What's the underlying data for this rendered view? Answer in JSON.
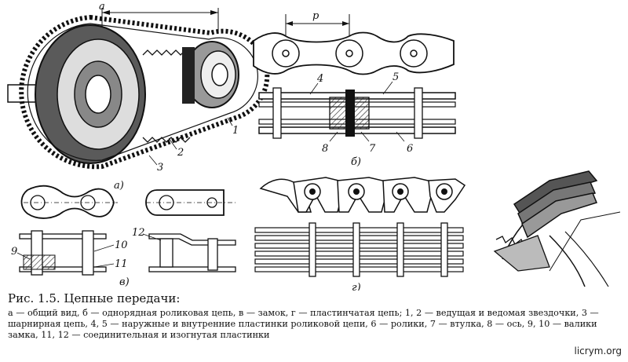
{
  "labels": {
    "dim_a": "a",
    "dim_p": "p",
    "sub_a": "а)",
    "sub_b": "б)",
    "sub_v": "в)",
    "sub_g": "г)",
    "n1": "1",
    "n2": "2",
    "n3": "3",
    "n4": "4",
    "n5": "5",
    "n6": "6",
    "n7": "7",
    "n8": "8",
    "n9": "9",
    "n10": "10",
    "n11": "11",
    "n12": "12"
  },
  "caption": {
    "title": "Рис. 1.5. Цепные передачи:",
    "body": "а — общий вид, б — однорядная роликовая цепь, в — замок, г — пластинчатая цепь; 1, 2 — ведущая и ведомая звездочки, 3 — шарнирная цепь, 4, 5 — наружные и внутренние пластинки роликовой цепи, 6 — ролики, 7 — втулка, 8 — ось, 9, 10 — валики замка, 11, 12 — соединительная и изогнутая пластинки"
  },
  "watermark": "licrym.org"
}
